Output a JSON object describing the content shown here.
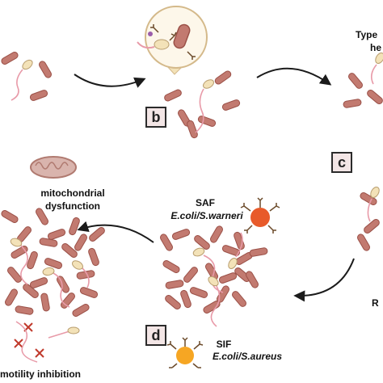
{
  "panels": {
    "b": "b",
    "c": "c",
    "d": "d"
  },
  "labels": {
    "type_partial_line1": "Type",
    "type_partial_line2": "he",
    "mitochondrial_line1": "mitochondrial",
    "mitochondrial_line2": "dysfunction",
    "saf_title": "SAF",
    "saf_species": "E.coli/S.warneri",
    "sif_title": "SIF",
    "sif_species": "E.coli/S.aureus",
    "motility_inhibition": "motility inhibition",
    "r_partial": "R"
  },
  "colors": {
    "bacteria": "#c27a70",
    "bacteria_dark": "#9b5148",
    "sperm_tail": "#e89aa8",
    "sperm_head": "#f3e2b8",
    "arrow": "#1b1b1b",
    "saf_factor": "#e85a2a",
    "sif_factor": "#f6a623",
    "receptor": "#6b4a2a",
    "mito": "#b07a70",
    "inhibit_x": "#c0392b"
  }
}
